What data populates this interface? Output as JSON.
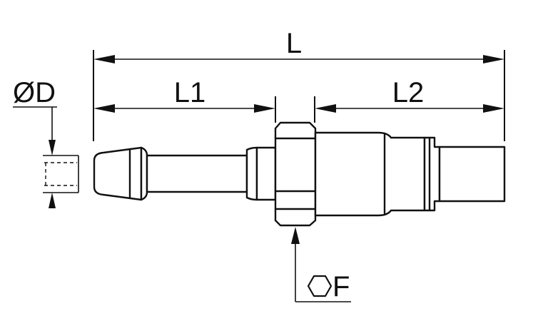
{
  "labels": {
    "overall_length": "L",
    "hose_tail_length": "L1",
    "plug_length": "L2",
    "diameter": "ØD",
    "hex_size": "F"
  },
  "colors": {
    "line": "#111111",
    "background": "#ffffff"
  },
  "icons": {
    "hex_symbol": "hexagon-icon"
  }
}
